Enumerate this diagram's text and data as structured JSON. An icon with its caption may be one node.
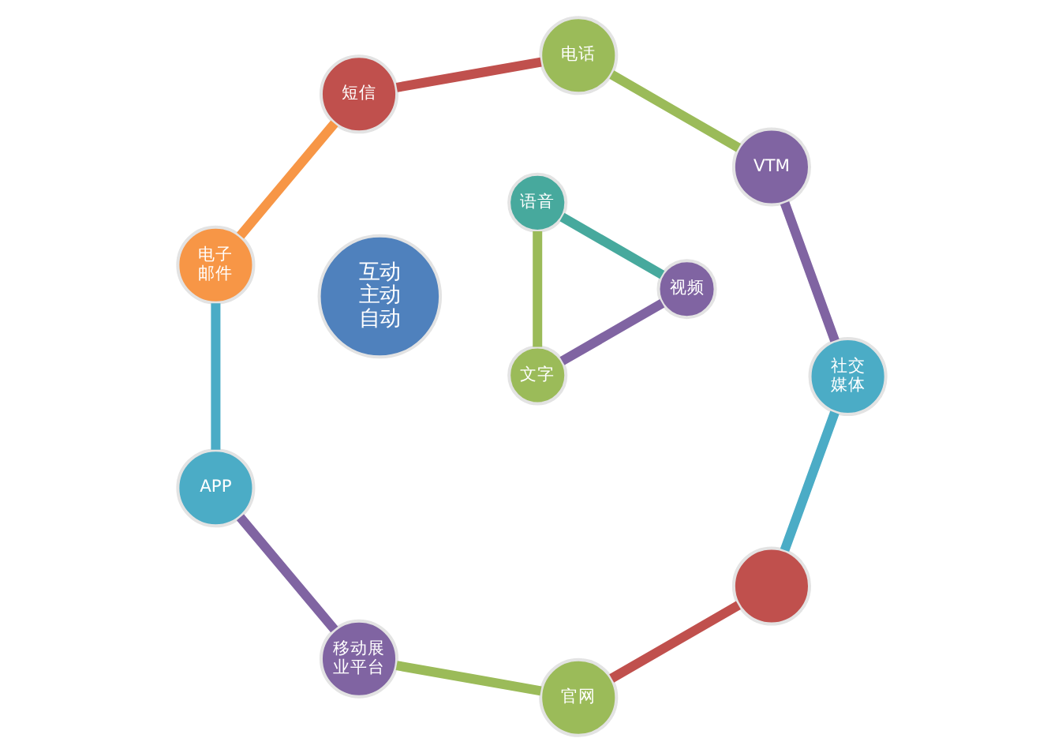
{
  "diagram": {
    "nodes": [
      {
        "text": [],
        "shape": "circle"
      },
      {
        "text": [
          "官网"
        ]
      },
      {
        "text": [
          "移动展业平台"
        ]
      },
      {
        "text": [
          "APP"
        ]
      },
      {
        "text": [
          "电子邮件"
        ]
      },
      {
        "text": [
          "短信"
        ]
      },
      {
        "text": [
          "电话"
        ]
      },
      {
        "text": [
          "VTM"
        ]
      },
      {
        "text": [
          "社交媒体"
        ]
      },
      {
        "text": [
          "文字"
        ]
      },
      {
        "text": [
          "语音"
        ]
      },
      {
        "text": [
          "视频"
        ]
      },
      {
        "text": [
          "互动",
          "主动",
          "自动"
        ]
      }
    ],
    "edges": [
      {
        "from": 0,
        "to": 1,
        "arrow": "none",
        "color": "#c0504d"
      },
      {
        "from": 1,
        "to": 2,
        "arrow": "none",
        "color": "#9bbb59"
      },
      {
        "from": 2,
        "to": 3,
        "arrow": "none",
        "color": "#8064a2"
      },
      {
        "from": 3,
        "to": 4,
        "arrow": "none",
        "color": "#4bacc6"
      },
      {
        "from": 4,
        "to": 5,
        "arrow": "none",
        "color": "#f79646"
      },
      {
        "from": 5,
        "to": 6,
        "arrow": "none",
        "color": "#c0504d"
      },
      {
        "from": 6,
        "to": 7,
        "arrow": "none",
        "color": "#9bbb59"
      },
      {
        "from": 7,
        "to": 8,
        "arrow": "none",
        "color": "#8064a2"
      },
      {
        "from": 8,
        "to": 0,
        "arrow": "none",
        "color": "#4bacc6"
      },
      {
        "from": 9,
        "to": 10,
        "arrow": "none",
        "color": "#9bbb59"
      },
      {
        "from": 10,
        "to": 11,
        "arrow": "none",
        "color": "#47a99d"
      },
      {
        "from": 11,
        "to": 9,
        "arrow": "none",
        "color": "#8064a2"
      }
    ]
  }
}
